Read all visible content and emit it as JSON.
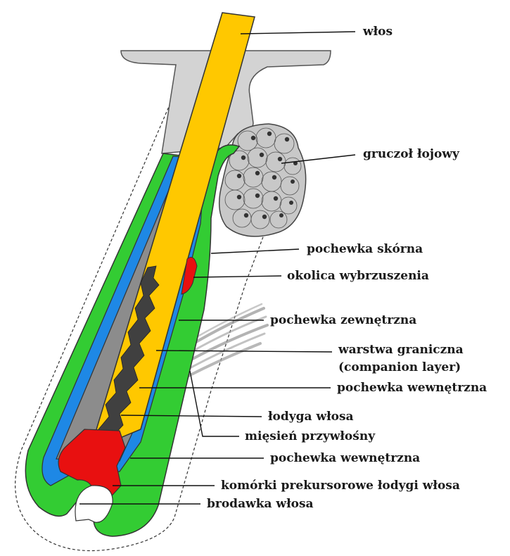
{
  "diagram": {
    "labels": {
      "hair": "włos",
      "sebaceous_gland": "gruczoł łojowy",
      "dermal_sheath": "pochewka skórna",
      "bulge_region": "okolica wybrzuszenia",
      "outer_root_sheath": "pochewka zewnętrzna",
      "companion_layer_1": "warstwa graniczna",
      "companion_layer_2": "(companion layer)",
      "inner_root_sheath_1": "pochewka wewnętrzna",
      "hair_shaft": "łodyga włosa",
      "arrector_pili": "mięsień przywłośny",
      "inner_root_sheath_2": "pochewka wewnętrzna",
      "precursor_cells": "komórki prekursorowe łodygi włosa",
      "dermal_papilla": "brodawka włosa"
    },
    "colors": {
      "hair": "#ffc800",
      "epidermis": "#d3d3d3",
      "outer_sheath": "#33cc33",
      "companion": "#1e88e5",
      "inner_sheath": "#8c8c8c",
      "medulla": "#404040",
      "red": "#e81010",
      "gland": "#c8c8c8"
    }
  }
}
